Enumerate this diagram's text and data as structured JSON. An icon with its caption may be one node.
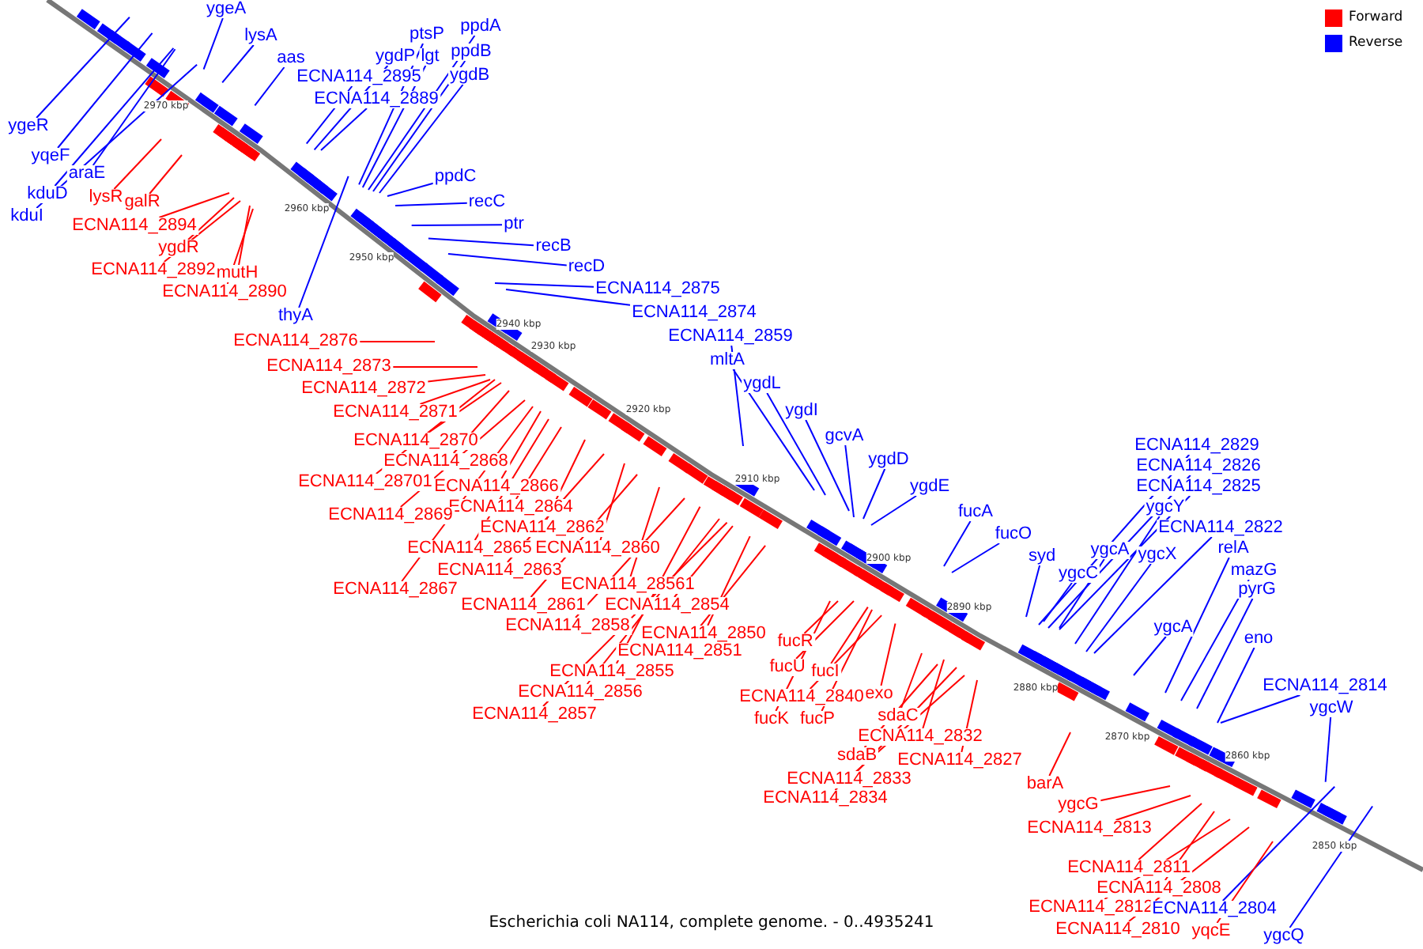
{
  "diagram": {
    "caption": "Escherichia coli NA114, complete genome. - 0..4935241",
    "nodes": [
      {
        "text": [
          "ygeA"
        ]
      },
      {
        "text": [
          "lysA"
        ]
      },
      {
        "text": [
          "aas"
        ]
      },
      {
        "text": [
          "ptsP"
        ]
      },
      {
        "text": [
          "ppdA"
        ]
      },
      {
        "text": [
          "ygdP"
        ]
      },
      {
        "text": [
          "lgt"
        ]
      },
      {
        "text": [
          "ppdB"
        ]
      },
      {
        "text": [
          "ECNA114_2895"
        ]
      },
      {
        "text": [
          "ygdB"
        ]
      },
      {
        "text": [
          "ECNA114_2889"
        ]
      },
      {
        "text": [
          "ygeR"
        ]
      },
      {
        "text": [
          "yqeF"
        ]
      },
      {
        "text": [
          "araE"
        ]
      },
      {
        "text": [
          "ppdC"
        ]
      },
      {
        "text": [
          "lysR"
        ]
      },
      {
        "text": [
          "galR"
        ]
      },
      {
        "text": [
          "kduD"
        ]
      },
      {
        "text": [
          "recC"
        ]
      },
      {
        "text": [
          "kduI"
        ]
      },
      {
        "text": [
          "ptr"
        ]
      },
      {
        "text": [
          "ECNA114_2894"
        ]
      },
      {
        "text": [
          "recB"
        ]
      },
      {
        "text": [
          "ygdR"
        ]
      },
      {
        "text": [
          "recD"
        ]
      },
      {
        "text": [
          "ECNA114_2892"
        ]
      },
      {
        "text": [
          "mutH"
        ]
      },
      {
        "text": [
          "ECNA114_2875"
        ]
      },
      {
        "text": [
          "ECNA114_2890"
        ]
      },
      {
        "text": [
          "ECNA114_2874"
        ]
      },
      {
        "text": [
          "thyA"
        ]
      },
      {
        "text": [
          "ECNA114_2859"
        ]
      },
      {
        "text": [
          "ECNA114_2876"
        ]
      },
      {
        "text": [
          "mltA"
        ]
      },
      {
        "text": [
          "ECNA114_2873"
        ]
      },
      {
        "text": [
          "ygdL"
        ]
      },
      {
        "text": [
          "ECNA114_2872"
        ]
      },
      {
        "text": [
          "ygdI"
        ]
      },
      {
        "text": [
          "ECNA114_2871"
        ]
      },
      {
        "text": [
          "gcvA"
        ]
      },
      {
        "text": [
          "ECNA114_2870"
        ]
      },
      {
        "text": [
          "ECNA114_2829"
        ]
      },
      {
        "text": [
          "ygdD"
        ]
      },
      {
        "text": [
          "ECNA114_2868"
        ]
      },
      {
        "text": [
          "ECNA114_2826"
        ]
      },
      {
        "text": [
          "ECNA114_28701"
        ]
      },
      {
        "text": [
          "ygdE"
        ]
      },
      {
        "text": [
          "ECNA114_2866"
        ]
      },
      {
        "text": [
          "ECNA114_2825"
        ]
      },
      {
        "text": [
          "ECNA114_2864"
        ]
      },
      {
        "text": [
          "ygcY"
        ]
      },
      {
        "text": [
          "fucA"
        ]
      },
      {
        "text": [
          "ECNA114_2869"
        ]
      },
      {
        "text": [
          "ECNA114_2822"
        ]
      },
      {
        "text": [
          "ECNA114_2862"
        ]
      },
      {
        "text": [
          "fucO"
        ]
      },
      {
        "text": [
          "relA"
        ]
      },
      {
        "text": [
          "ECNA114_2865"
        ]
      },
      {
        "text": [
          "ECNA114_2860"
        ]
      },
      {
        "text": [
          "ygcA"
        ]
      },
      {
        "text": [
          "ygcX"
        ]
      },
      {
        "text": [
          "syd"
        ]
      },
      {
        "text": [
          "ECNA114_2863"
        ]
      },
      {
        "text": [
          "mazG"
        ]
      },
      {
        "text": [
          "ygcC"
        ]
      },
      {
        "text": [
          "ECNA114_28561"
        ]
      },
      {
        "text": [
          "ECNA114_2867"
        ]
      },
      {
        "text": [
          "pyrG"
        ]
      },
      {
        "text": [
          "ECNA114_2861"
        ]
      },
      {
        "text": [
          "ECNA114_2854"
        ]
      },
      {
        "text": [
          "ECNA114_2858"
        ]
      },
      {
        "text": [
          "ygcA"
        ]
      },
      {
        "text": [
          "ECNA114_2850"
        ]
      },
      {
        "text": [
          "eno"
        ]
      },
      {
        "text": [
          "fucR"
        ]
      },
      {
        "text": [
          "ECNA114_2851"
        ]
      },
      {
        "text": [
          "fucU"
        ]
      },
      {
        "text": [
          "fucI"
        ]
      },
      {
        "text": [
          "ECNA114_2855"
        ]
      },
      {
        "text": [
          "ECNA114_2814"
        ]
      },
      {
        "text": [
          "ECNA114_2856"
        ]
      },
      {
        "text": [
          "exo"
        ]
      },
      {
        "text": [
          "ECNA114_2840"
        ]
      },
      {
        "text": [
          "ygcW"
        ]
      },
      {
        "text": [
          "ECNA114_2857"
        ]
      },
      {
        "text": [
          "sdaC"
        ]
      },
      {
        "text": [
          "fucK"
        ]
      },
      {
        "text": [
          "fucP"
        ]
      },
      {
        "text": [
          "ECNA114_2832"
        ]
      },
      {
        "text": [
          "sdaB"
        ]
      },
      {
        "text": [
          "ECNA114_2827"
        ]
      },
      {
        "text": [
          "ECNA114_2833"
        ]
      },
      {
        "text": [
          "barA"
        ]
      },
      {
        "text": [
          "ECNA114_2834"
        ]
      },
      {
        "text": [
          "ygcG"
        ]
      },
      {
        "text": [
          "ECNA114_2813"
        ]
      },
      {
        "text": [
          "ECNA114_2811"
        ]
      },
      {
        "text": [
          "ECNA114_2808"
        ]
      },
      {
        "text": [
          "ECNA114_2812"
        ]
      },
      {
        "text": [
          "ECNA114_2804"
        ]
      },
      {
        "text": [
          "ECNA114_2810"
        ]
      },
      {
        "text": [
          "yqcE"
        ]
      },
      {
        "text": [
          "ygcQ"
        ]
      }
    ],
    "edges": [
      {
        "from": 0,
        "to": null,
        "arrow": "none",
        "color": "#0000ff"
      },
      {
        "from": 1,
        "to": null,
        "arrow": "none",
        "color": "#0000ff"
      },
      {
        "from": 2,
        "to": null,
        "arrow": "none",
        "color": "#0000ff"
      },
      {
        "from": 3,
        "to": null,
        "arrow": "none",
        "color": "#0000ff"
      },
      {
        "from": 4,
        "to": null,
        "arrow": "none",
        "color": "#0000ff"
      },
      {
        "from": 5,
        "to": null,
        "arrow": "none",
        "color": "#0000ff"
      },
      {
        "from": 6,
        "to": null,
        "arrow": "none",
        "color": "#0000ff"
      },
      {
        "from": 7,
        "to": null,
        "arrow": "none",
        "color": "#0000ff"
      },
      {
        "from": 8,
        "to": null,
        "arrow": "none",
        "color": "#0000ff"
      },
      {
        "from": 9,
        "to": null,
        "arrow": "none",
        "color": "#0000ff"
      },
      {
        "from": 10,
        "to": null,
        "arrow": "none",
        "color": "#0000ff"
      },
      {
        "from": 11,
        "to": null,
        "arrow": "none",
        "color": "#0000ff"
      },
      {
        "from": 12,
        "to": null,
        "arrow": "none",
        "color": "#0000ff"
      },
      {
        "from": 13,
        "to": null,
        "arrow": "none",
        "color": "#0000ff"
      },
      {
        "from": 14,
        "to": null,
        "arrow": "none",
        "color": "#0000ff"
      },
      {
        "from": 15,
        "to": null,
        "arrow": "none"
      },
      {
        "from": 16,
        "to": null,
        "arrow": "none"
      },
      {
        "from": 17,
        "to": null,
        "arrow": "none",
        "color": "#0000ff"
      },
      {
        "from": 18,
        "to": null,
        "arrow": "none",
        "color": "#0000ff"
      },
      {
        "from": 19,
        "to": null,
        "arrow": "none",
        "color": "#0000ff"
      },
      {
        "from": 20,
        "to": null,
        "arrow": "none",
        "color": "#0000ff"
      },
      {
        "from": 21,
        "to": null,
        "arrow": "none"
      },
      {
        "from": 22,
        "to": null,
        "arrow": "none",
        "color": "#0000ff"
      },
      {
        "from": 23,
        "to": null,
        "arrow": "none"
      },
      {
        "from": 24,
        "to": null,
        "arrow": "none",
        "color": "#0000ff"
      },
      {
        "from": 25,
        "to": null,
        "arrow": "none"
      },
      {
        "from": 26,
        "to": null,
        "arrow": "none"
      },
      {
        "from": 27,
        "to": null,
        "arrow": "none",
        "color": "#0000ff"
      },
      {
        "from": 28,
        "to": null,
        "arrow": "none"
      },
      {
        "from": 29,
        "to": null,
        "arrow": "none",
        "color": "#0000ff"
      },
      {
        "from": 30,
        "to": null,
        "arrow": "none",
        "color": "#0000ff"
      },
      {
        "from": 31,
        "to": null,
        "arrow": "none",
        "color": "#0000ff"
      },
      {
        "from": 32,
        "to": null,
        "arrow": "none"
      },
      {
        "from": 33,
        "to": null,
        "arrow": "none",
        "color": "#0000ff"
      },
      {
        "from": 34,
        "to": null,
        "arrow": "none"
      },
      {
        "from": 35,
        "to": null,
        "arrow": "none",
        "color": "#0000ff"
      },
      {
        "from": 36,
        "to": null,
        "arrow": "none"
      },
      {
        "from": 37,
        "to": null,
        "arrow": "none",
        "color": "#0000ff"
      },
      {
        "from": 38,
        "to": null,
        "arrow": "none"
      },
      {
        "from": 39,
        "to": null,
        "arrow": "none",
        "color": "#0000ff"
      },
      {
        "from": 40,
        "to": null,
        "arrow": "none"
      },
      {
        "from": 41,
        "to": null,
        "arrow": "none",
        "color": "#0000ff"
      },
      {
        "from": 42,
        "to": null,
        "arrow": "none",
        "color": "#0000ff"
      },
      {
        "from": 43,
        "to": null,
        "arrow": "none"
      },
      {
        "from": 44,
        "to": null,
        "arrow": "none",
        "color": "#0000ff"
      },
      {
        "from": 45,
        "to": null,
        "arrow": "none"
      },
      {
        "from": 46,
        "to": null,
        "arrow": "none",
        "color": "#0000ff"
      },
      {
        "from": 47,
        "to": null,
        "arrow": "none"
      },
      {
        "from": 48,
        "to": null,
        "arrow": "none",
        "color": "#0000ff"
      },
      {
        "from": 49,
        "to": null,
        "arrow": "none"
      },
      {
        "from": 50,
        "to": null,
        "arrow": "none",
        "color": "#0000ff"
      },
      {
        "from": 51,
        "to": null,
        "arrow": "none",
        "color": "#0000ff"
      },
      {
        "from": 52,
        "to": null,
        "arrow": "none"
      },
      {
        "from": 53,
        "to": null,
        "arrow": "none",
        "color": "#0000ff"
      },
      {
        "from": 54,
        "to": null,
        "arrow": "none"
      },
      {
        "from": 55,
        "to": null,
        "arrow": "none",
        "color": "#0000ff"
      },
      {
        "from": 56,
        "to": null,
        "arrow": "none",
        "color": "#0000ff"
      },
      {
        "from": 57,
        "to": null,
        "arrow": "none"
      },
      {
        "from": 58,
        "to": null,
        "arrow": "none"
      },
      {
        "from": 59,
        "to": null,
        "arrow": "none",
        "color": "#0000ff"
      },
      {
        "from": 60,
        "to": null,
        "arrow": "none",
        "color": "#0000ff"
      },
      {
        "from": 61,
        "to": null,
        "arrow": "none",
        "color": "#0000ff"
      },
      {
        "from": 62,
        "to": null,
        "arrow": "none"
      },
      {
        "from": 63,
        "to": null,
        "arrow": "none",
        "color": "#0000ff"
      },
      {
        "from": 64,
        "to": null,
        "arrow": "none",
        "color": "#0000ff"
      },
      {
        "from": 65,
        "to": null,
        "arrow": "none"
      },
      {
        "from": 66,
        "to": null,
        "arrow": "none"
      },
      {
        "from": 67,
        "to": null,
        "arrow": "none",
        "color": "#0000ff"
      },
      {
        "from": 68,
        "to": null,
        "arrow": "none"
      },
      {
        "from": 69,
        "to": null,
        "arrow": "none"
      },
      {
        "from": 70,
        "to": null,
        "arrow": "none"
      },
      {
        "from": 71,
        "to": null,
        "arrow": "none",
        "color": "#0000ff"
      },
      {
        "from": 72,
        "to": null,
        "arrow": "none"
      },
      {
        "from": 73,
        "to": null,
        "arrow": "none",
        "color": "#0000ff"
      },
      {
        "from": 74,
        "to": null,
        "arrow": "none"
      },
      {
        "from": 75,
        "to": null,
        "arrow": "none"
      },
      {
        "from": 76,
        "to": null,
        "arrow": "none"
      },
      {
        "from": 77,
        "to": null,
        "arrow": "none"
      },
      {
        "from": 78,
        "to": null,
        "arrow": "none"
      },
      {
        "from": 79,
        "to": null,
        "arrow": "none",
        "color": "#0000ff"
      },
      {
        "from": 80,
        "to": null,
        "arrow": "none"
      },
      {
        "from": 81,
        "to": null,
        "arrow": "none"
      },
      {
        "from": 82,
        "to": null,
        "arrow": "none"
      },
      {
        "from": 83,
        "to": null,
        "arrow": "none",
        "color": "#0000ff"
      },
      {
        "from": 84,
        "to": null,
        "arrow": "none"
      },
      {
        "from": 85,
        "to": null,
        "arrow": "none"
      },
      {
        "from": 86,
        "to": null,
        "arrow": "none"
      },
      {
        "from": 87,
        "to": null,
        "arrow": "none"
      },
      {
        "from": 88,
        "to": null,
        "arrow": "none"
      },
      {
        "from": 89,
        "to": null,
        "arrow": "none"
      },
      {
        "from": 90,
        "to": null,
        "arrow": "none"
      },
      {
        "from": 91,
        "to": null,
        "arrow": "none"
      },
      {
        "from": 92,
        "to": null,
        "arrow": "none"
      },
      {
        "from": 93,
        "to": null,
        "arrow": "none"
      },
      {
        "from": 94,
        "to": null,
        "arrow": "none"
      },
      {
        "from": 95,
        "to": null,
        "arrow": "none"
      },
      {
        "from": 96,
        "to": null,
        "arrow": "none"
      },
      {
        "from": 97,
        "to": null,
        "arrow": "none"
      },
      {
        "from": 98,
        "to": null,
        "arrow": "none"
      },
      {
        "from": 99,
        "to": null,
        "arrow": "none",
        "color": "#0000ff"
      },
      {
        "from": 100,
        "to": null,
        "arrow": "none"
      },
      {
        "from": 101,
        "to": null,
        "arrow": "none"
      },
      {
        "from": 102,
        "to": null,
        "arrow": "none",
        "color": "#0000ff"
      }
    ],
    "labels": [
      "2970 kbp",
      "2960 kbp",
      "2950 kbp",
      "2940 kbp",
      "2930 kbp",
      "2920 kbp",
      "2910 kbp",
      "2900 kbp",
      "2890 kbp",
      "2880 kbp",
      "2870 kbp",
      "2860 kbp",
      "2850 kbp"
    ],
    "legend": [
      {
        "text": "Forward",
        "color": "#ff0000"
      },
      {
        "text": "Reverse",
        "color": "#0000ff"
      }
    ]
  }
}
